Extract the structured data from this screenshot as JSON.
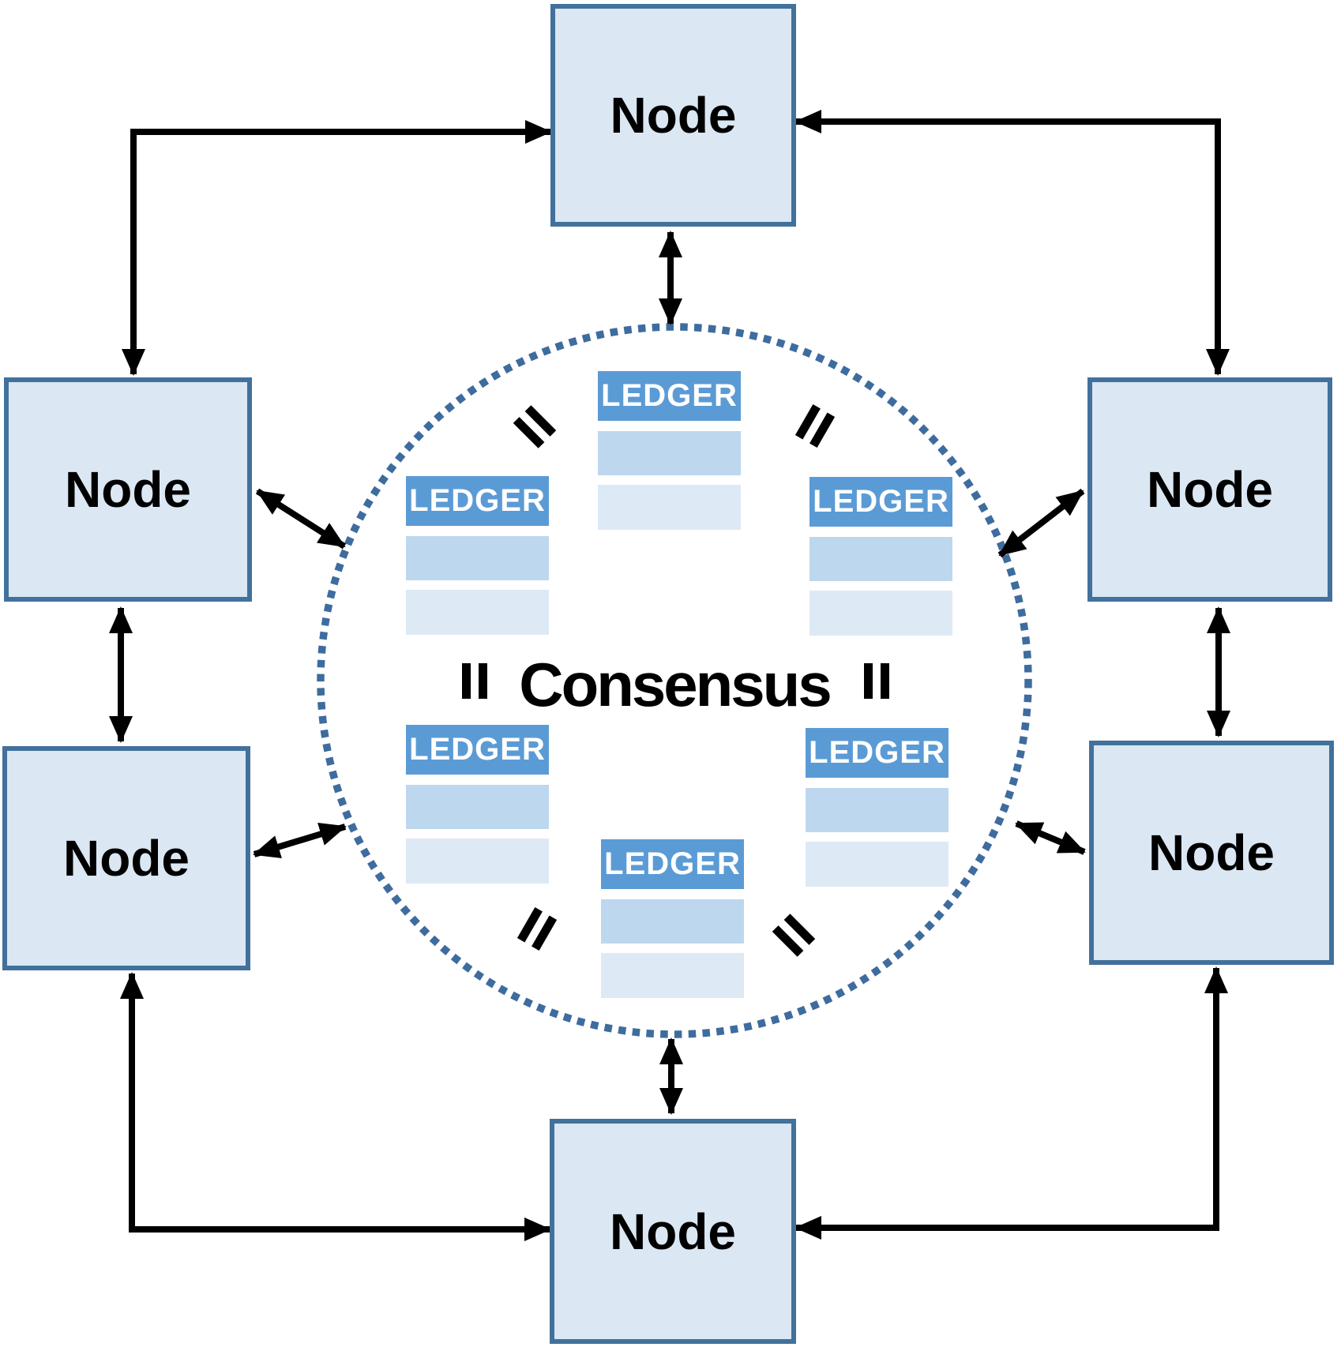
{
  "diagram": {
    "consensus": {
      "label": "Consensus"
    },
    "nodes": [
      {
        "id": "top",
        "label": "Node"
      },
      {
        "id": "upper-left",
        "label": "Node"
      },
      {
        "id": "upper-right",
        "label": "Node"
      },
      {
        "id": "lower-left",
        "label": "Node"
      },
      {
        "id": "lower-right",
        "label": "Node"
      },
      {
        "id": "bottom",
        "label": "Node"
      }
    ],
    "ledgers": [
      {
        "id": "top-center",
        "label": "LEDGER"
      },
      {
        "id": "upper-left",
        "label": "LEDGER"
      },
      {
        "id": "upper-right",
        "label": "LEDGER"
      },
      {
        "id": "lower-left",
        "label": "LEDGER"
      },
      {
        "id": "lower-right",
        "label": "LEDGER"
      },
      {
        "id": "bottom-center",
        "label": "LEDGER"
      }
    ],
    "theme": {
      "node-fill": "#dbe7f3",
      "node-border": "#41719c",
      "ledger-header": "#5b9bd5",
      "ledger-row1": "#bdd7ee",
      "ledger-row2": "#dee9f6",
      "circle-dot": "#3e6c9e",
      "arrow": "#000000",
      "label-text": "#000000",
      "ledger-text": "#ffffff"
    }
  }
}
